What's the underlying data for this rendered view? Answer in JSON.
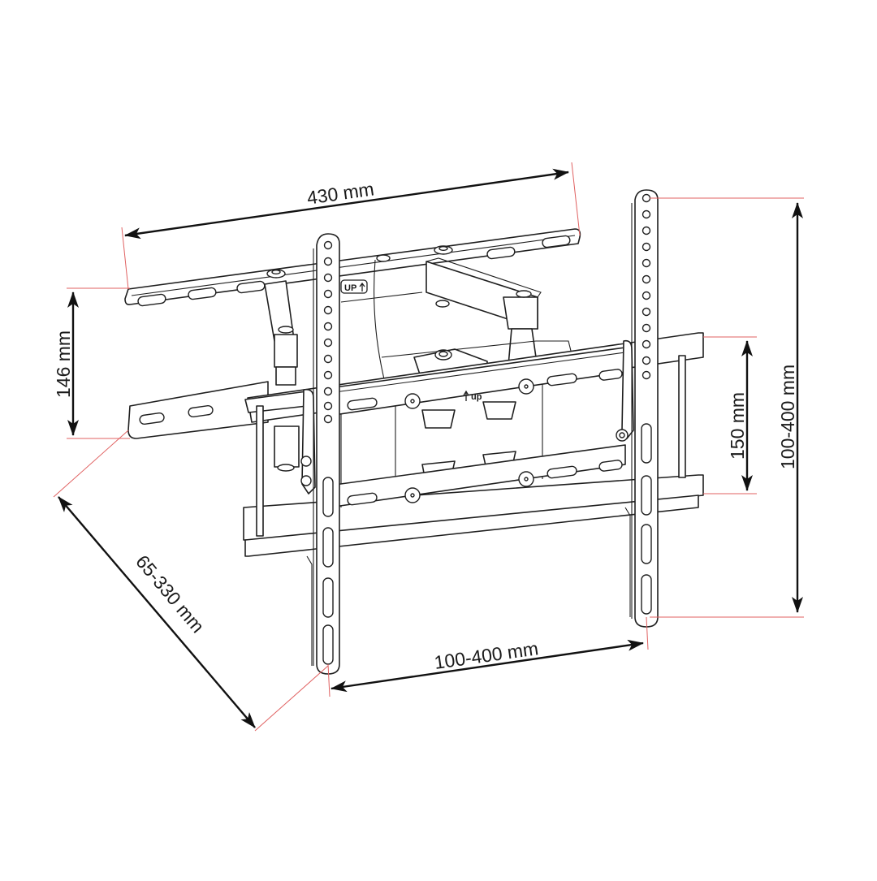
{
  "diagram": {
    "subject": "Full-motion TV wall mount bracket with dimension callouts",
    "colors": {
      "line": "#1f1f1f",
      "dimension_arrow": "#111111",
      "extension_line": "#e06060",
      "background": "#ffffff"
    },
    "dimensions": {
      "wall_plate_width": {
        "label": "430 mm",
        "orientation": "diagonal-top"
      },
      "wall_plate_height": {
        "label": "146 mm",
        "orientation": "vertical-left"
      },
      "extension_depth": {
        "label": "65-330 mm",
        "orientation": "diagonal-bottom-left"
      },
      "vesa_horizontal": {
        "label": "100-400 mm",
        "orientation": "diagonal-bottom"
      },
      "tv_plate_rail_spacing": {
        "label": "150 mm",
        "orientation": "vertical-right"
      },
      "vesa_vertical": {
        "label": "100-400 mm",
        "orientation": "vertical-far-right"
      }
    },
    "markings": {
      "wall_plate_up": "UP",
      "tv_plate_up": "up"
    }
  }
}
